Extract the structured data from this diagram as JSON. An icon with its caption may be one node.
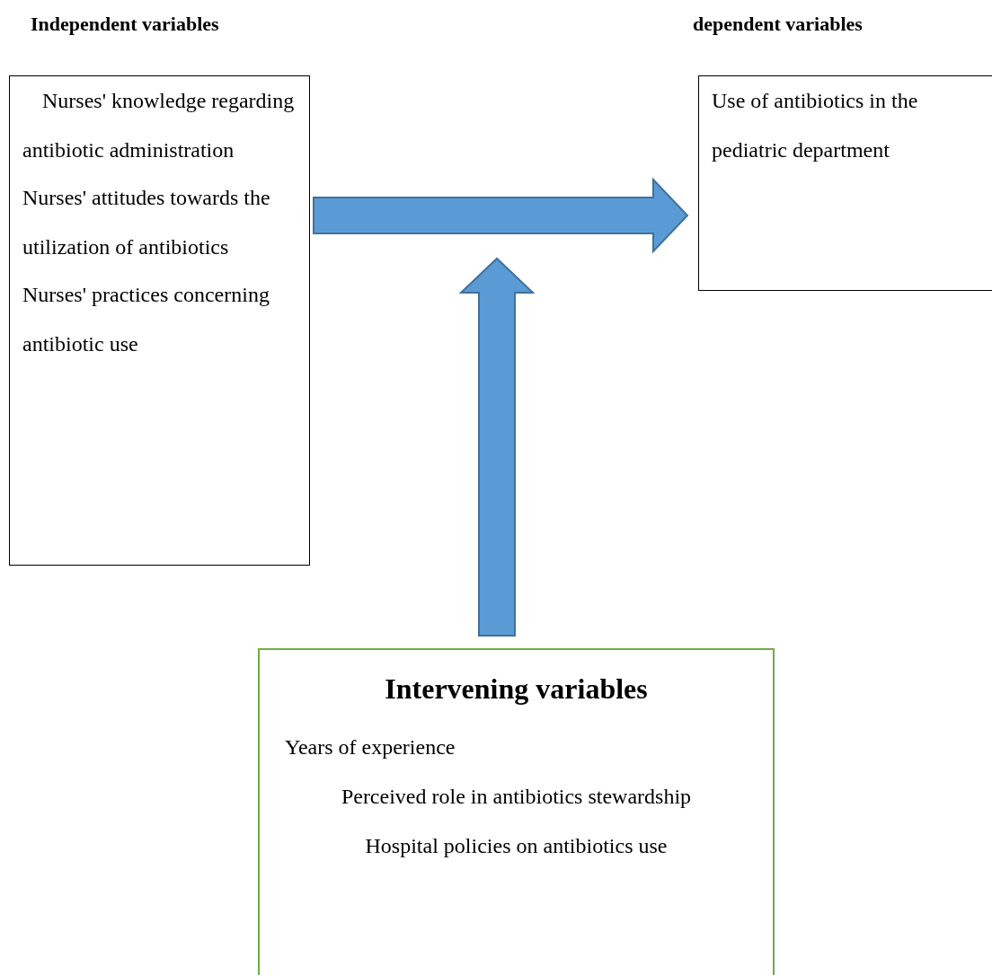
{
  "diagram": {
    "nodes": [
      {
        "text": [
          "Nurses' knowledge regarding antibiotic administration",
          "Nurses' attitudes towards the utilization of antibiotics",
          "Nurses' practices concerning antibiotic use"
        ]
      },
      {
        "text": [
          "Use of antibiotics in the pediatric department"
        ]
      },
      {
        "text": [
          "Intervening variables",
          "Years of experience",
          "Perceived role in antibiotics stewardship",
          "Hospital policies on antibiotics use"
        ]
      }
    ],
    "edges": [
      {
        "from": 0,
        "to": 1,
        "arrow": "to"
      },
      {
        "from": 2,
        "to": null,
        "arrow": "to"
      }
    ],
    "labels": [
      "Independent variables",
      "dependent variables"
    ]
  }
}
